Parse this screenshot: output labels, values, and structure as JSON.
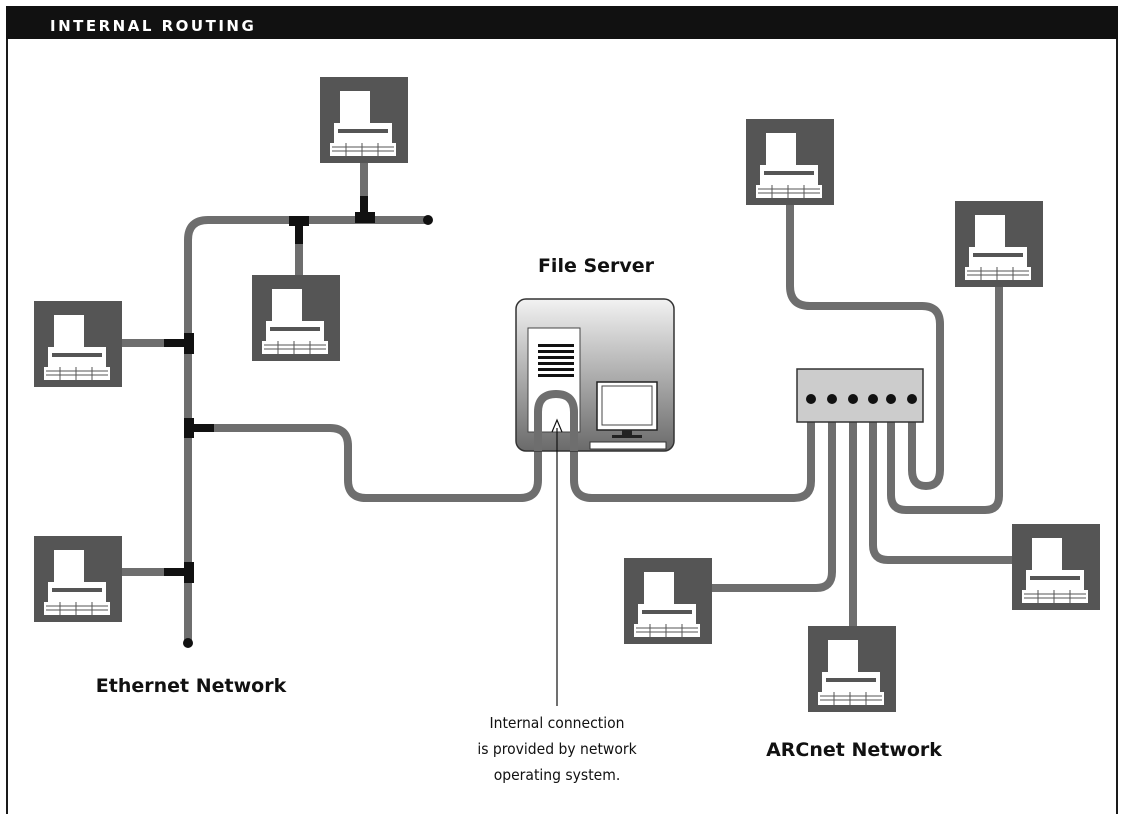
{
  "header": {
    "title": "INTERNAL ROUTING"
  },
  "labels": {
    "file_server": "File Server",
    "ethernet": "Ethernet Network",
    "arcnet": "ARCnet Network"
  },
  "annotation": {
    "lines": [
      "Internal connection",
      "is provided by network",
      "operating system."
    ]
  },
  "icons": {
    "workstation": "computer-terminal-icon",
    "server": "file-server-icon",
    "hub": "arcnet-hub-icon",
    "tap": "t-connector-icon"
  },
  "colors": {
    "cable": "#6e6e6e",
    "workstation_body": "#555555",
    "title_bar": "#111111",
    "hub": "#cccccc"
  }
}
